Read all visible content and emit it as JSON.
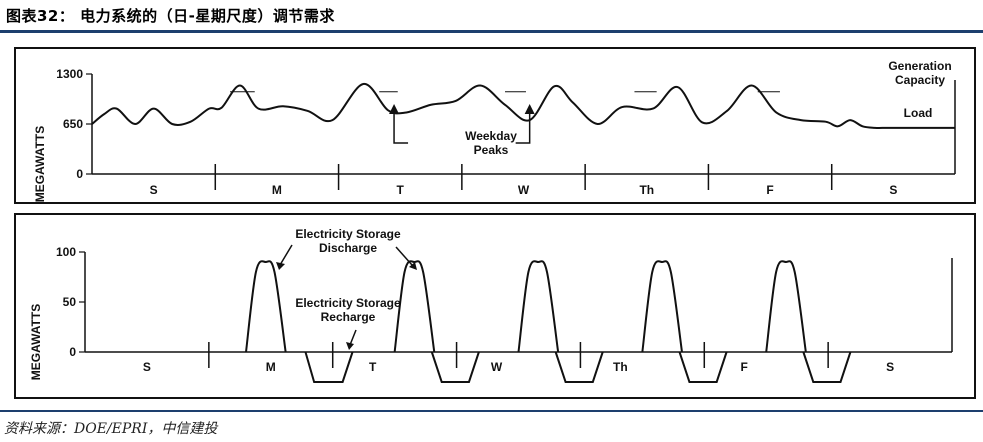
{
  "figure": {
    "title": "图表32：  电力系统的（日-星期尺度）调节需求",
    "source": "资料来源：DOE/EPRI，中信建投"
  },
  "chart_data": [
    {
      "type": "line",
      "ylabel": "MEGAWATTS",
      "yticks": [
        0,
        650,
        1300
      ],
      "ylim": [
        0,
        1300
      ],
      "x_unit": "day",
      "categories": [
        "S",
        "M",
        "T",
        "W",
        "Th",
        "F",
        "S"
      ],
      "xlim": [
        0,
        7
      ],
      "series": [
        {
          "name": "Load",
          "x": [
            0.0,
            0.1,
            0.2,
            0.35,
            0.5,
            0.65,
            0.8,
            0.95,
            1.05,
            1.2,
            1.35,
            1.55,
            1.75,
            1.95,
            2.2,
            2.4,
            2.55,
            2.75,
            2.95,
            3.15,
            3.35,
            3.55,
            3.75,
            3.9,
            4.1,
            4.3,
            4.55,
            4.75,
            4.95,
            5.15,
            5.35,
            5.55,
            5.75,
            5.95,
            6.05,
            6.15,
            6.25,
            6.35,
            6.45,
            6.6,
            6.8,
            7.0
          ],
          "y": [
            650,
            780,
            850,
            650,
            850,
            650,
            680,
            850,
            860,
            1150,
            850,
            880,
            820,
            700,
            1170,
            830,
            800,
            900,
            950,
            1150,
            900,
            700,
            1140,
            930,
            650,
            870,
            850,
            1130,
            670,
            820,
            1150,
            800,
            700,
            680,
            620,
            700,
            620,
            600,
            600,
            600,
            600,
            600
          ]
        },
        {
          "name": "Generation Capacity",
          "segments": [
            {
              "x": [
                1.12,
                1.32
              ],
              "y": 1070
            },
            {
              "x": [
                2.33,
                2.48
              ],
              "y": 1070
            },
            {
              "x": [
                3.35,
                3.52
              ],
              "y": 1070
            },
            {
              "x": [
                4.4,
                4.58
              ],
              "y": 1070
            },
            {
              "x": [
                5.4,
                5.58
              ],
              "y": 1070
            }
          ]
        }
      ],
      "annotations": {
        "gen_capacity": "Generation\nCapacity",
        "load": "Load",
        "weekday_peaks": "Weekday\nPeaks"
      }
    },
    {
      "type": "line",
      "ylabel": "MEGAWATTS",
      "yticks": [
        0,
        50,
        100
      ],
      "ylim": [
        0,
        100
      ],
      "x_unit": "day",
      "categories": [
        "S",
        "M",
        "T",
        "W",
        "Th",
        "F",
        "S"
      ],
      "xlim": [
        0,
        7
      ],
      "series": [
        {
          "name": "Electricity Storage Discharge",
          "peaks": [
            {
              "x": [
                1.3,
                1.38,
                1.46,
                1.53,
                1.62
              ],
              "y": [
                0,
                80,
                90,
                80,
                0
              ]
            },
            {
              "x": [
                2.5,
                2.58,
                2.66,
                2.73,
                2.82
              ],
              "y": [
                0,
                80,
                90,
                80,
                0
              ]
            },
            {
              "x": [
                3.5,
                3.58,
                3.66,
                3.73,
                3.82
              ],
              "y": [
                0,
                80,
                90,
                80,
                0
              ]
            },
            {
              "x": [
                4.5,
                4.58,
                4.66,
                4.73,
                4.82
              ],
              "y": [
                0,
                80,
                90,
                80,
                0
              ]
            },
            {
              "x": [
                5.5,
                5.58,
                5.66,
                5.73,
                5.82
              ],
              "y": [
                0,
                80,
                90,
                80,
                0
              ]
            }
          ]
        },
        {
          "name": "Electricity Storage Recharge",
          "troughs": [
            {
              "x": [
                1.78,
                1.85,
                2.08,
                2.16
              ],
              "y": [
                0,
                -30,
                -30,
                0
              ]
            },
            {
              "x": [
                2.8,
                2.88,
                3.1,
                3.18
              ],
              "y": [
                0,
                -30,
                -30,
                0
              ]
            },
            {
              "x": [
                3.8,
                3.88,
                4.1,
                4.18
              ],
              "y": [
                0,
                -30,
                -30,
                0
              ]
            },
            {
              "x": [
                4.8,
                4.88,
                5.1,
                5.18
              ],
              "y": [
                0,
                -30,
                -30,
                0
              ]
            },
            {
              "x": [
                5.8,
                5.88,
                6.1,
                6.18
              ],
              "y": [
                0,
                -30,
                -30,
                0
              ]
            }
          ]
        }
      ],
      "annotations": {
        "discharge": "Electricity Storage\nDischarge",
        "recharge": "Electricity Storage\nRecharge"
      }
    }
  ]
}
